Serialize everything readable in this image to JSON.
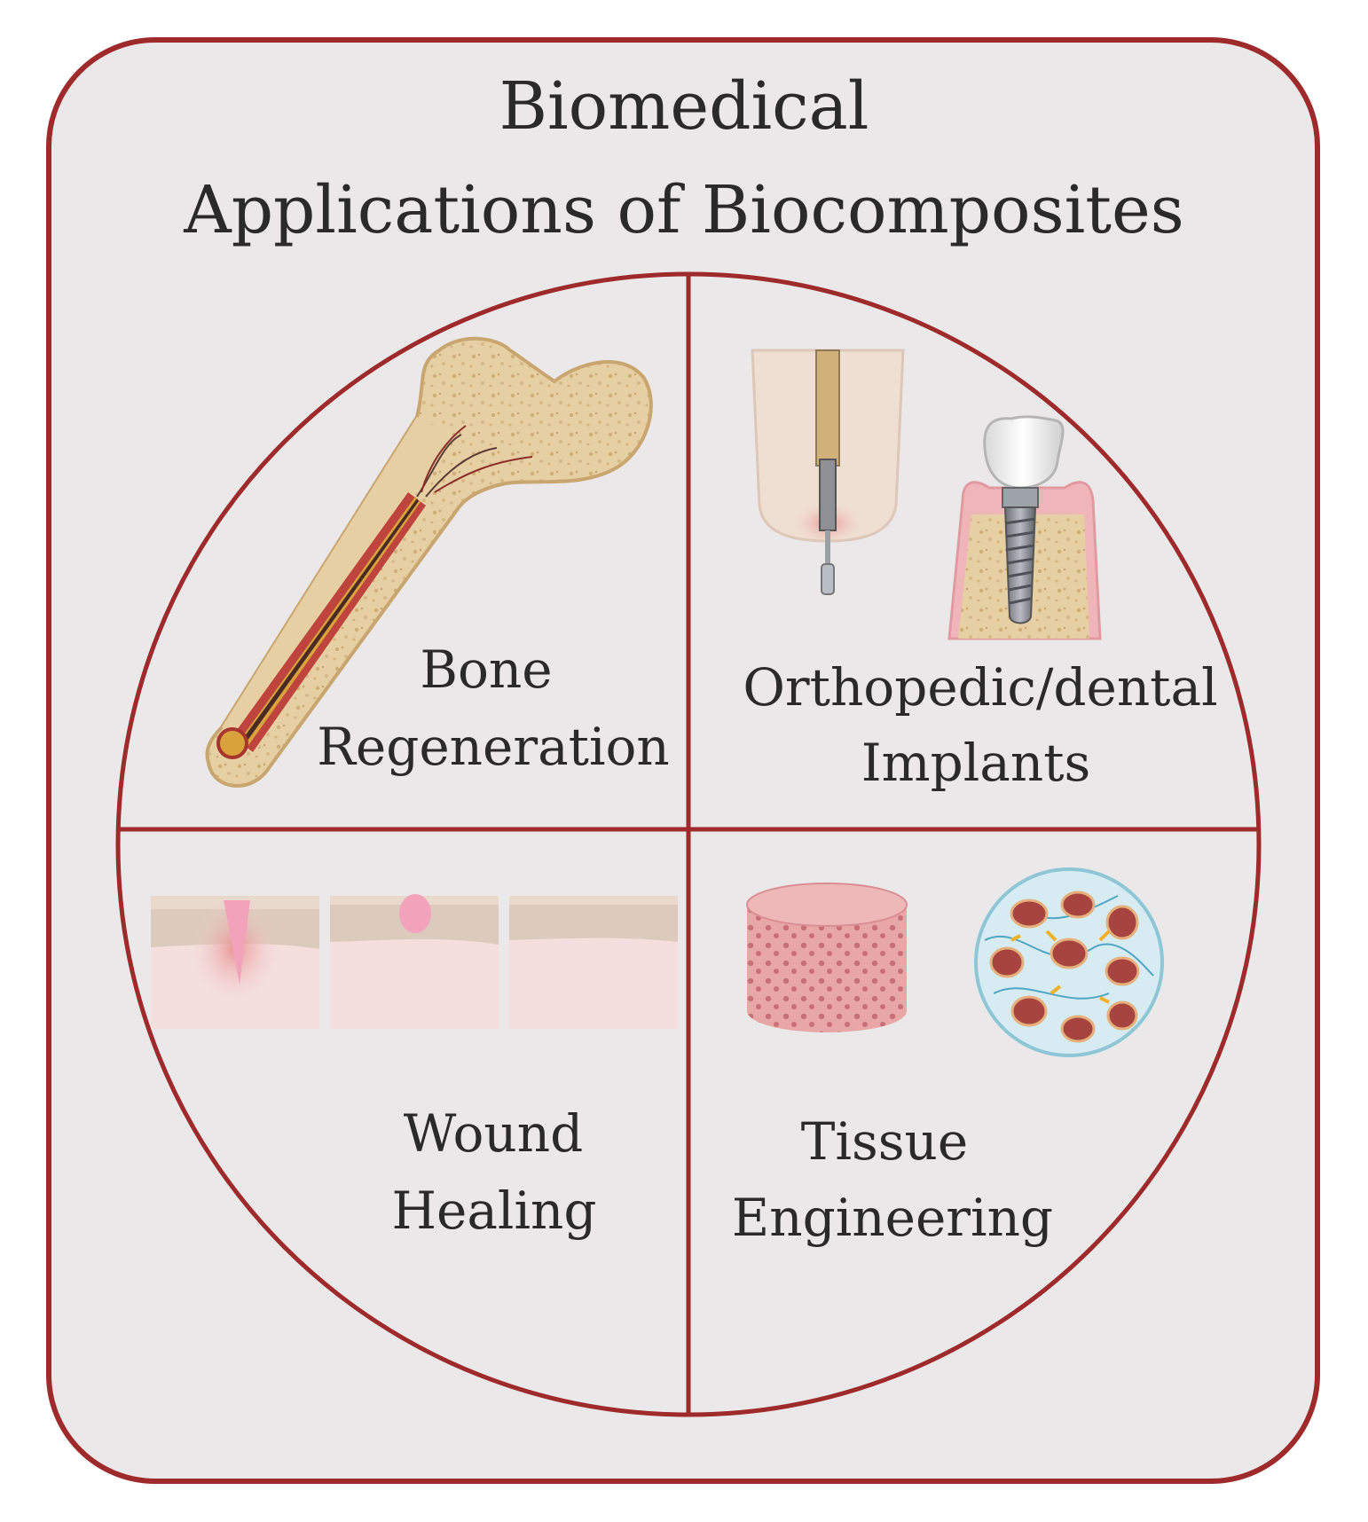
{
  "title": {
    "line1": "Biomedical",
    "line2": "Applications of Biocomposites"
  },
  "quadrants": [
    {
      "id": "bone",
      "lines": [
        "Bone",
        "Regeneration"
      ],
      "icon": "femur-bone-icon"
    },
    {
      "id": "implants",
      "lines": [
        "Orthopedic/dental",
        "Implants"
      ],
      "icon": "dental-implant-icon"
    },
    {
      "id": "wound",
      "lines": [
        "Wound",
        "Healing"
      ],
      "icon": "skin-wound-healing-icon"
    },
    {
      "id": "tissue",
      "lines": [
        "Tissue",
        "Engineering"
      ],
      "icon": "tissue-scaffold-icon"
    }
  ],
  "colors": {
    "frame": "#9e2a2b",
    "panel_bg": "#ebe8e9",
    "text": "#2a2a2a"
  }
}
